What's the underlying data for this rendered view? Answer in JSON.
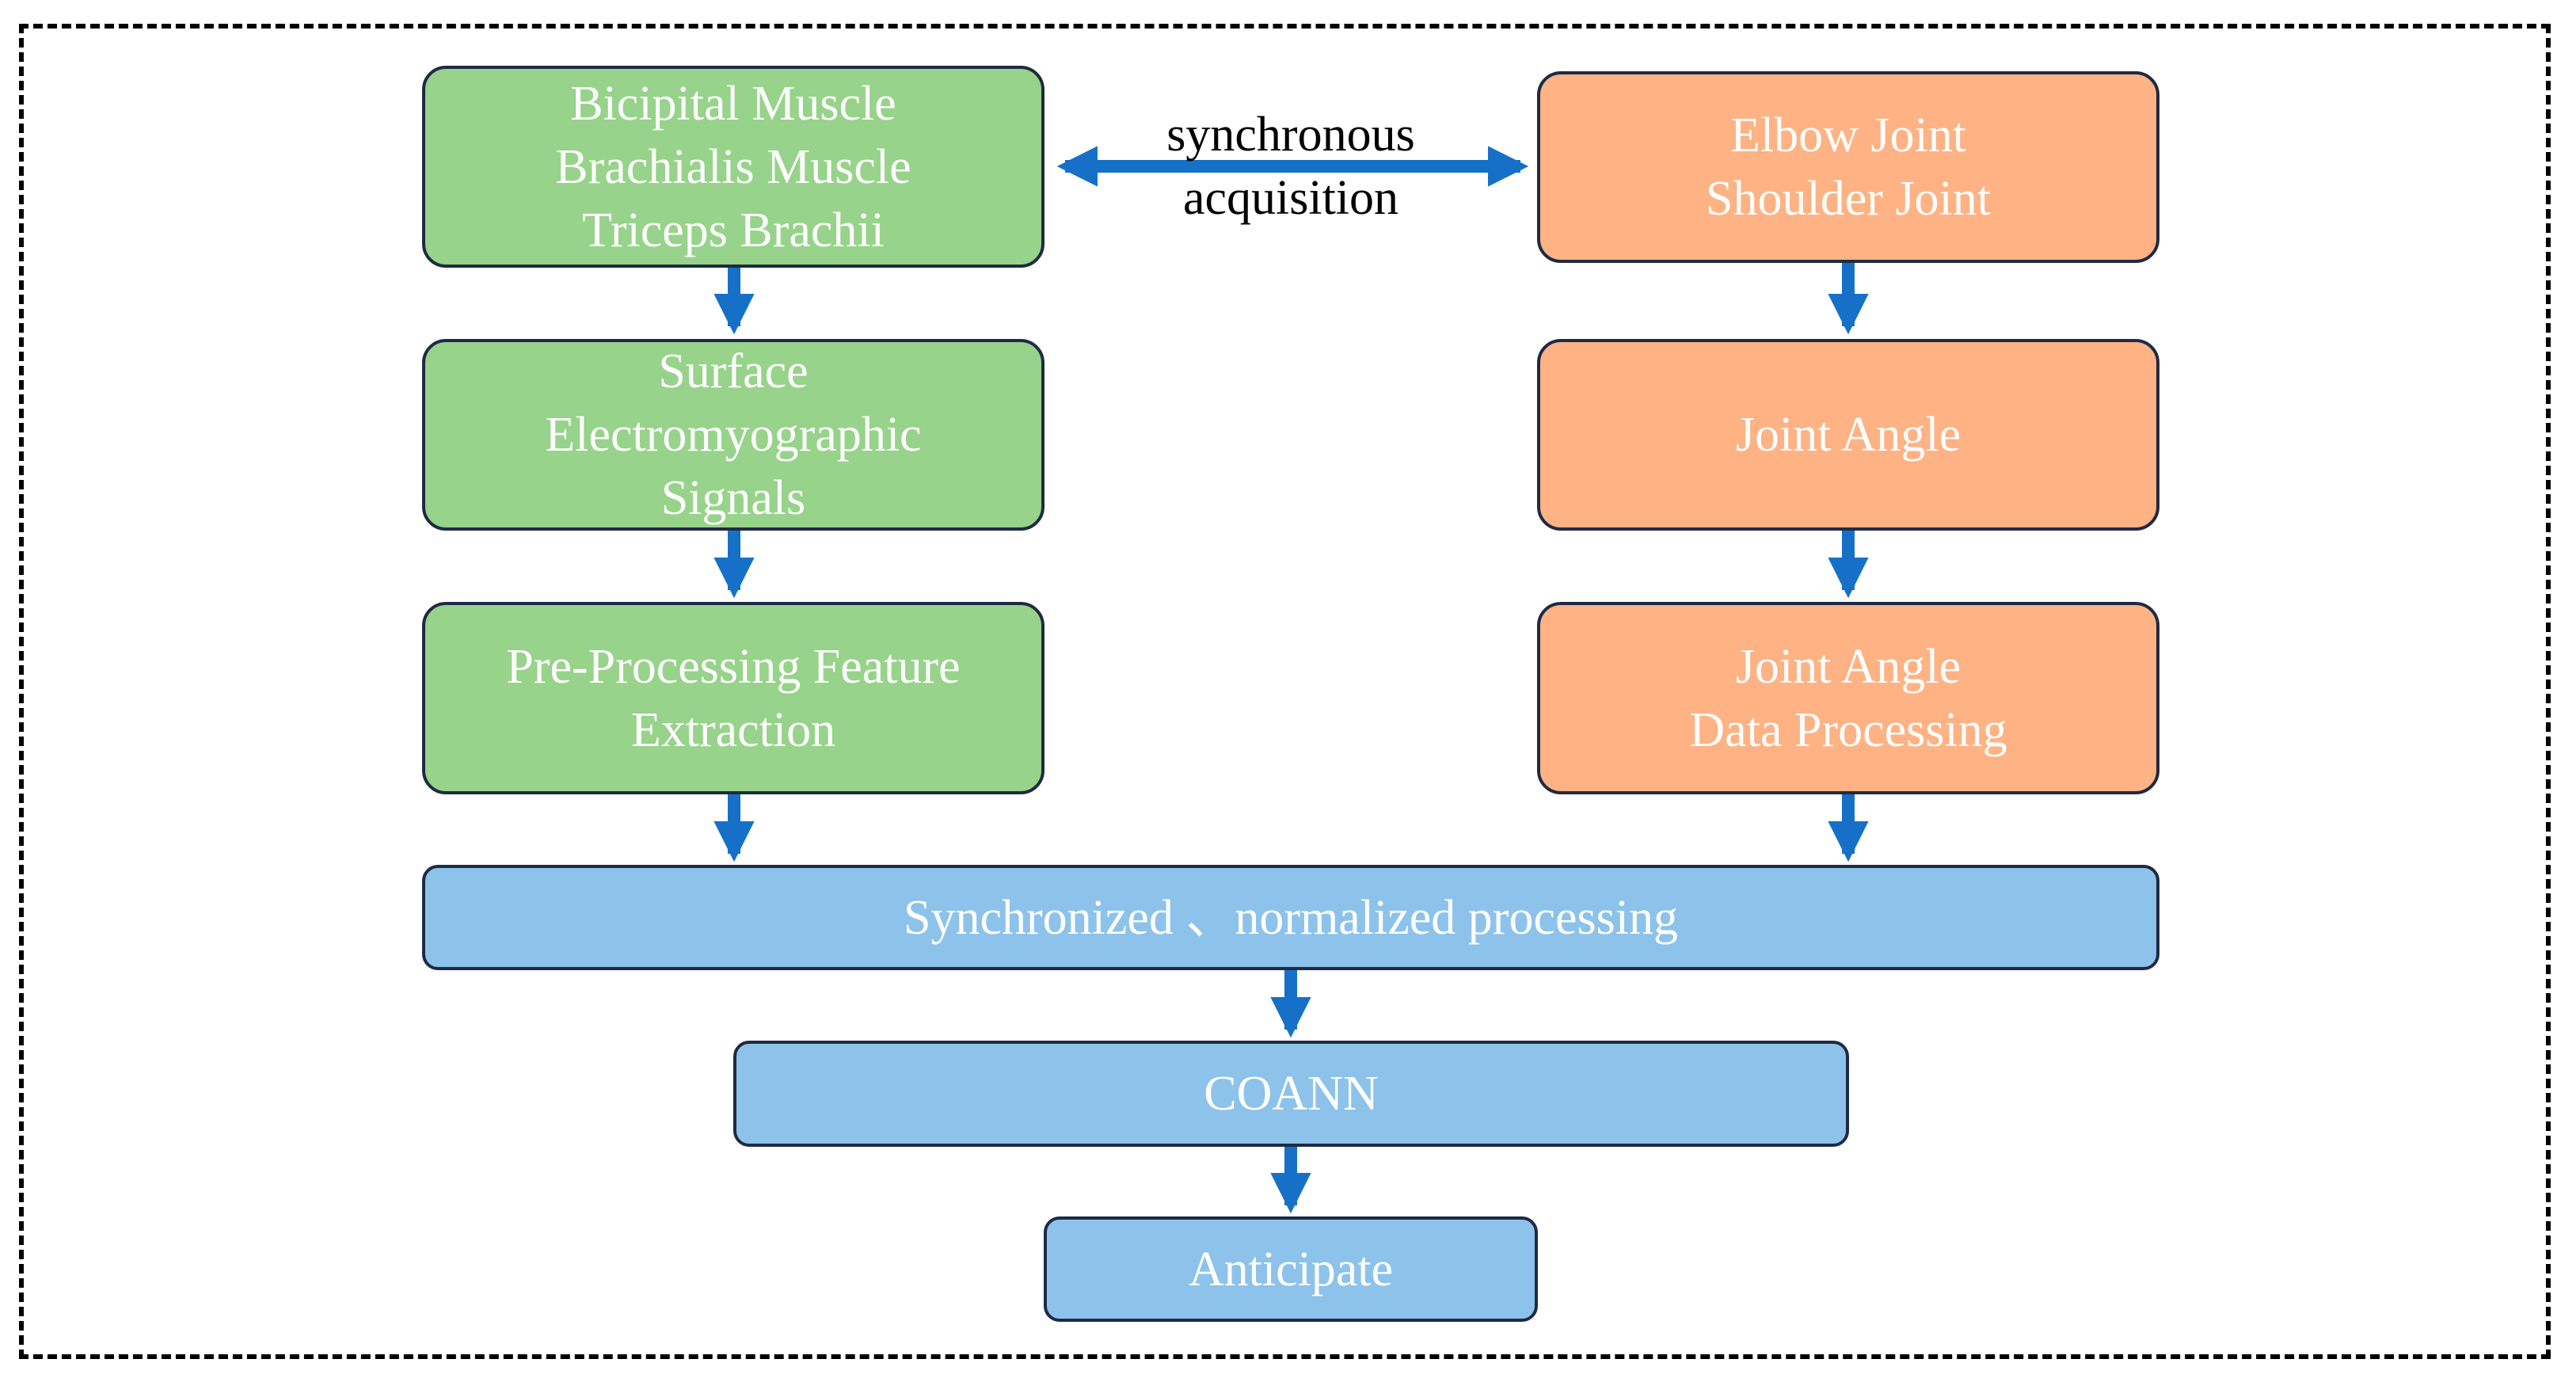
{
  "colors": {
    "green_fill": "#97d38a",
    "orange_fill": "#ffb283",
    "blue_fill": "#8dc3ea",
    "box_border": "#1f2a44",
    "arrow": "#1670c8"
  },
  "nodes": {
    "muscles": "Bicipital Muscle\nBrachialis Muscle\nTriceps Brachii",
    "semg": "Surface\nElectromyographic\nSignals",
    "preprocessing": "Pre-Processing Feature\nExtraction",
    "joints": "Elbow Joint\nShoulder Joint",
    "joint_angle": "Joint Angle",
    "joint_angle_processing": "Joint Angle\nData Processing",
    "sync_norm": "Synchronized 、normalized processing",
    "coann": "COANN",
    "anticipate": "Anticipate"
  },
  "edge_labels": {
    "sync_acquisition": "synchronous\nacquisition"
  }
}
